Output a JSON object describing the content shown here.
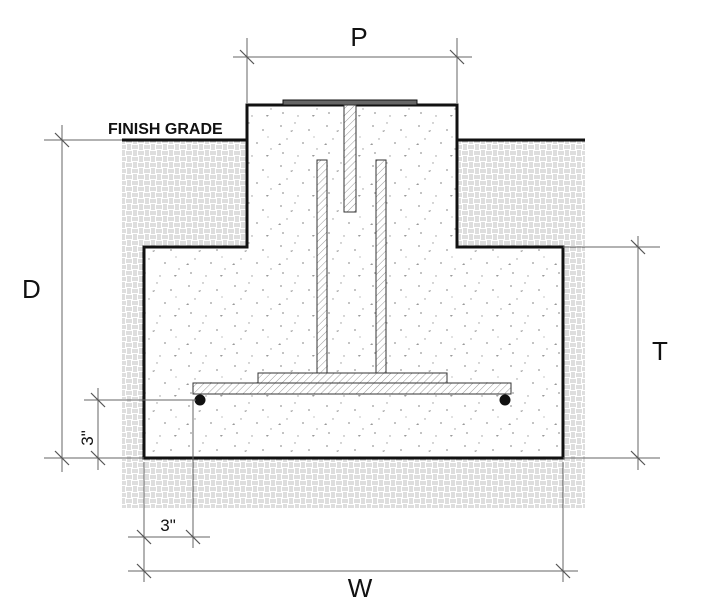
{
  "diagram": {
    "labels": {
      "pier_width": "P",
      "embedment_depth": "D",
      "footing_thickness": "T",
      "footing_width": "W",
      "grade": "FINISH GRADE",
      "cover_vertical": "3\"",
      "cover_horizontal": "3\""
    }
  }
}
